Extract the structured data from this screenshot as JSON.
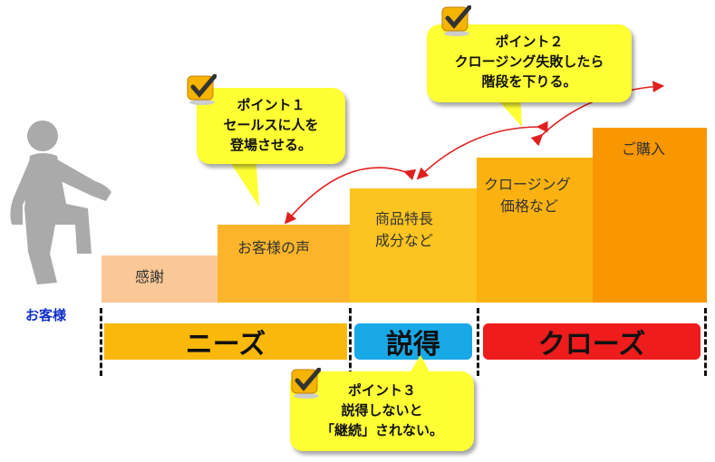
{
  "customer_label": "お客様",
  "steps": [
    {
      "lines": [
        "感謝"
      ]
    },
    {
      "lines": [
        "お客様の声"
      ]
    },
    {
      "lines": [
        "商品特長",
        "成分など"
      ]
    },
    {
      "lines": [
        "クロージング",
        "価格など"
      ]
    },
    {
      "lines": [
        "ご購入"
      ]
    }
  ],
  "phases": {
    "needs": "ニーズ",
    "persuade": "説得",
    "close": "クローズ"
  },
  "callouts": {
    "point1": {
      "lines": [
        "ポイント１",
        "セールスに人を",
        "登場させる。"
      ]
    },
    "point2": {
      "lines": [
        "ポイント２",
        "クロージング失敗したら",
        "階段を下りる。"
      ]
    },
    "point3": {
      "lines": [
        "ポイント３",
        "説得しないと",
        "「継続」されない。"
      ]
    }
  },
  "colors": {
    "step1": "#fac896",
    "step2": "#fcb52a",
    "step3": "#fcc420",
    "step4": "#fbb211",
    "step5": "#f99700",
    "needs_bar": "#fab80a",
    "persuade_bar": "#19a8e6",
    "close_bar": "#ee1c1c",
    "callout": "#ffff33",
    "arrow": "#e02020",
    "customer_label": "#1030c8"
  },
  "icons": [
    "walking-person-icon",
    "checkmark-icon"
  ]
}
